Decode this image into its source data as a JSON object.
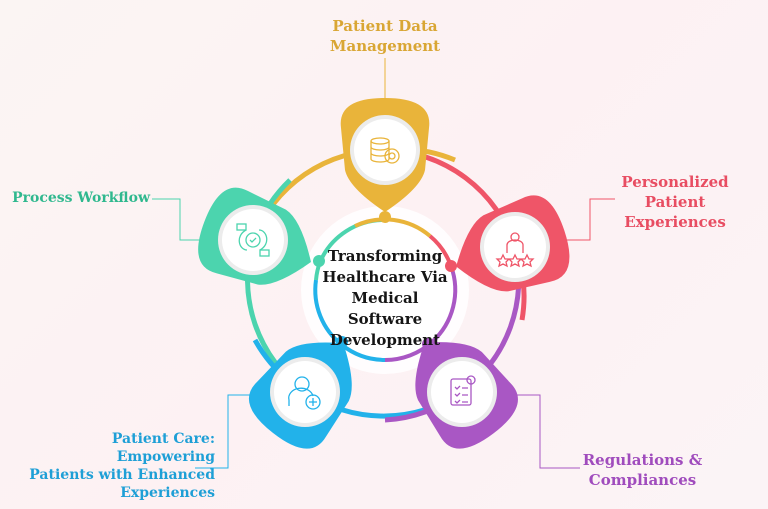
{
  "center": {
    "lines": [
      "Transforming",
      "Healthcare Via",
      "Medical Software",
      "Development"
    ]
  },
  "nodes": [
    {
      "id": "patient-data",
      "lines": [
        "Patient Data",
        "Management"
      ],
      "color": "#E9B43A",
      "text_color": "#D9A634",
      "icon": "database-gear-icon"
    },
    {
      "id": "personalized",
      "lines": [
        "Personalized",
        "Patient",
        "Experiences"
      ],
      "color": "#EF5568",
      "text_color": "#E84D62",
      "icon": "person-rating-stars-icon"
    },
    {
      "id": "regulations",
      "lines": [
        "Regulations &",
        "Compliances"
      ],
      "color": "#A957C4",
      "text_color": "#A04CBD",
      "icon": "checklist-document-icon"
    },
    {
      "id": "patient-care",
      "lines": [
        "Patient Care: Empowering",
        "Patients with Enhanced",
        "Experiences"
      ],
      "color": "#22B2EA",
      "text_color": "#1E9FD6",
      "icon": "user-plus-icon"
    },
    {
      "id": "process-workflow",
      "lines": [
        "Process Workflow"
      ],
      "color": "#4CD4AE",
      "text_color": "#2FB88E",
      "icon": "workflow-gear-icon"
    }
  ]
}
